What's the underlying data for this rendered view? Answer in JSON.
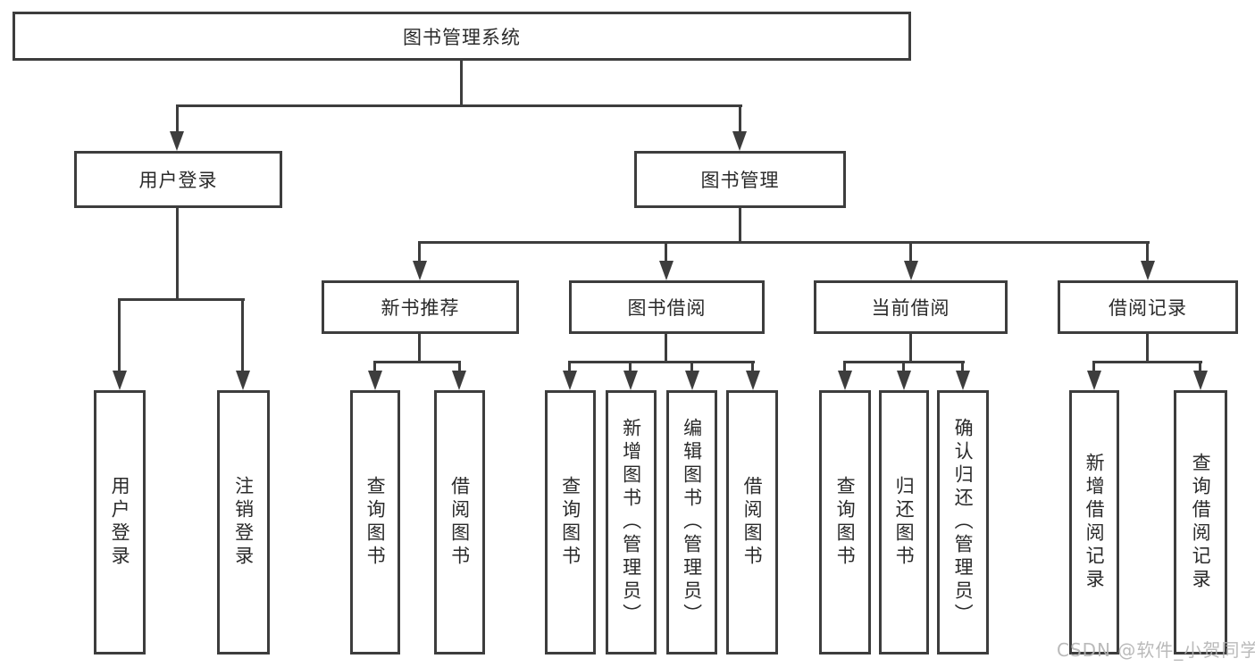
{
  "diagram": {
    "title": "图书管理系统",
    "root": {
      "label": "图书管理系统"
    },
    "branches": [
      {
        "label": "用户登录",
        "children": [
          {
            "label": "用户登录"
          },
          {
            "label": "注销登录"
          }
        ]
      },
      {
        "label": "图书管理",
        "children": [
          {
            "label": "新书推荐",
            "children": [
              {
                "label": "查询图书"
              },
              {
                "label": "借阅图书"
              }
            ]
          },
          {
            "label": "图书借阅",
            "children": [
              {
                "label": "查询图书"
              },
              {
                "label": "新增图书（管理员）"
              },
              {
                "label": "编辑图书（管理员）"
              },
              {
                "label": "借阅图书"
              }
            ]
          },
          {
            "label": "当前借阅",
            "children": [
              {
                "label": "查询图书"
              },
              {
                "label": "归还图书"
              },
              {
                "label": "确认归还（管理员）"
              }
            ]
          },
          {
            "label": "借阅记录",
            "children": [
              {
                "label": "新增借阅记录"
              },
              {
                "label": "查询借阅记录"
              }
            ]
          }
        ]
      }
    ]
  },
  "watermark": {
    "text": "CSDN @软件_小贺同学"
  },
  "colors": {
    "line": "#3d3d3d",
    "background": "#ffffff",
    "text": "#2a2a2a",
    "watermark": "#b3b3b3"
  }
}
